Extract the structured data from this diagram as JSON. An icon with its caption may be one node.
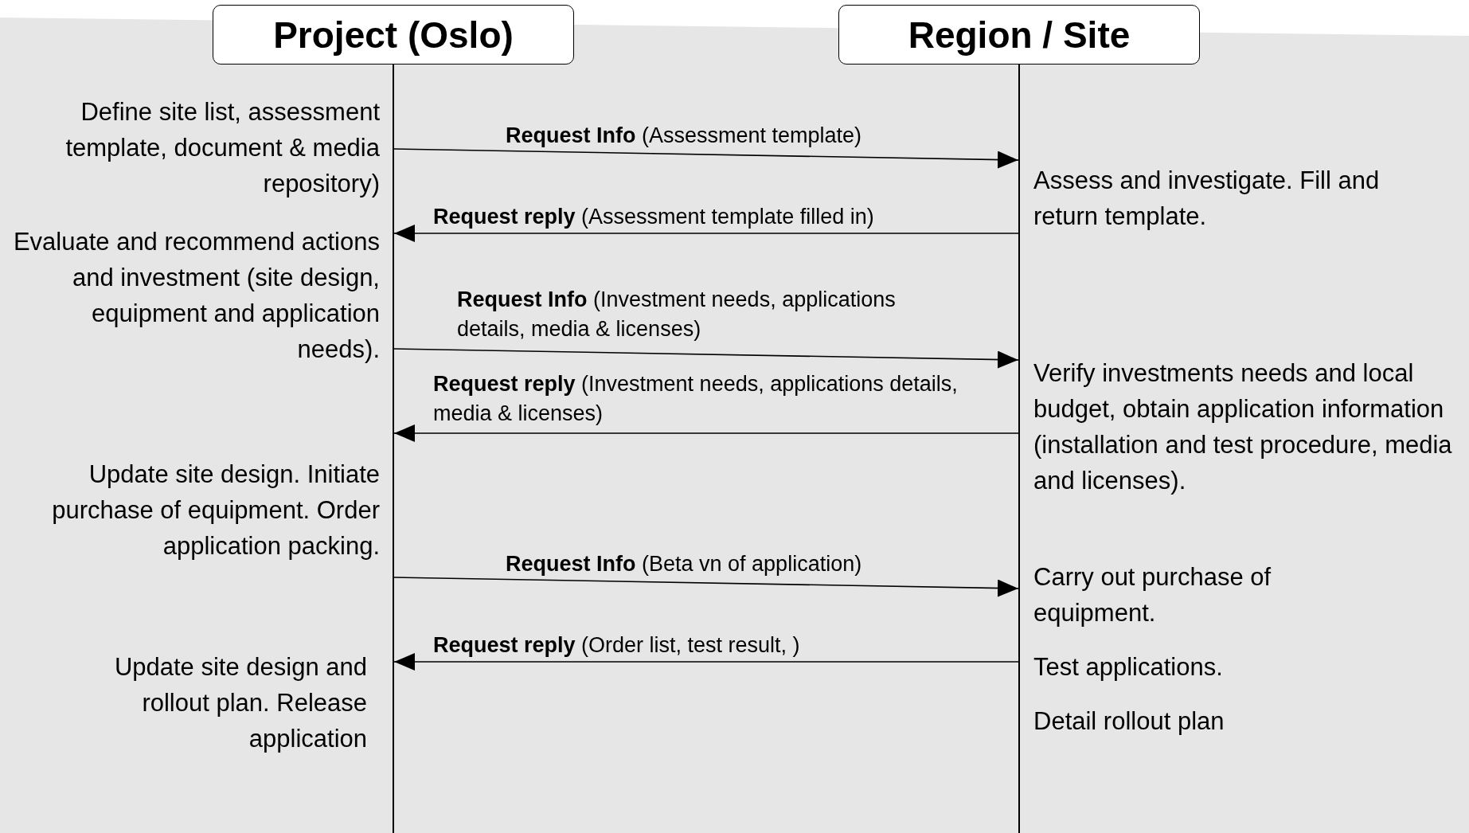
{
  "diagram": {
    "nodes": [
      {
        "text": [
          "Project (Oslo)"
        ]
      },
      {
        "text": [
          "Region / Site"
        ]
      },
      {
        "text": [],
        "shape": "bar"
      },
      {
        "text": [],
        "shape": "bar"
      }
    ],
    "edges": [
      {
        "from": 2,
        "to": 3,
        "arrow": "to",
        "label": "**Request Info** (Assessment template)"
      },
      {
        "from": 3,
        "to": 2,
        "arrow": "to",
        "label": "**Request reply** (Assessment template filled in)"
      },
      {
        "from": 2,
        "to": 3,
        "arrow": "to",
        "label": "**Request Info** (Investment needs, applications details, media & licenses)"
      },
      {
        "from": 3,
        "to": 2,
        "arrow": "to",
        "label": "**Request reply** (Investment needs, applications details, media & licenses)"
      },
      {
        "from": 2,
        "to": 3,
        "arrow": "to",
        "label": "**Request Info** (Beta vn of application)"
      },
      {
        "from": 3,
        "to": 2,
        "arrow": "to",
        "label": "**Request reply** (Order list, test result, )"
      }
    ],
    "labels": [
      "Define site list, assessment template, document & media repository)",
      "Assess and investigate. Fill and return template.",
      "Evaluate and recommend actions and investment (site design, equipment and application needs).",
      "Verify investments needs and local budget, obtain application information (installation and test procedure, media and licenses).",
      "Update site design. Initiate purchase of equipment. Order application packing.",
      "Carry out purchase of equipment.",
      "Test applications.",
      "Update site design and rollout plan. Release application",
      "Detail rollout plan"
    ]
  }
}
